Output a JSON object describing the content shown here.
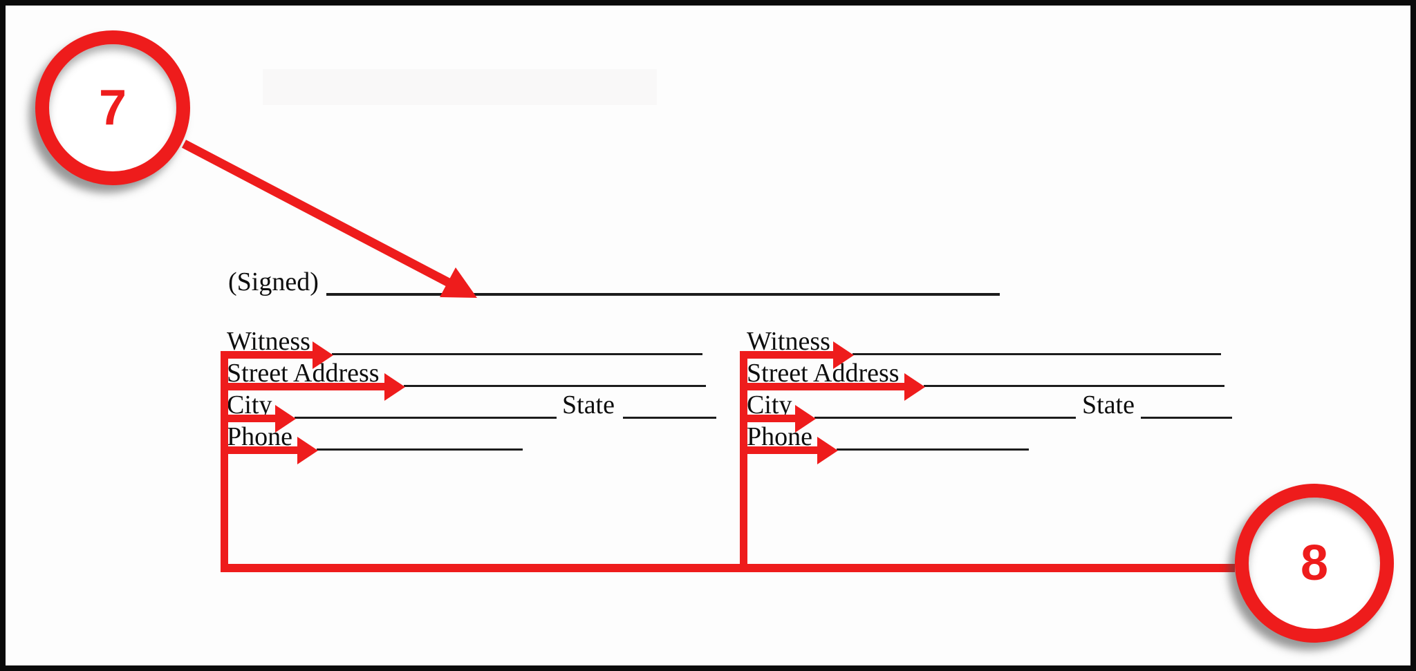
{
  "document": {
    "type": "form-annotation-figure",
    "signed_label": "(Signed)"
  },
  "callouts": [
    {
      "number": "7"
    },
    {
      "number": "8"
    }
  ],
  "witness_blocks": [
    {
      "witness_label": "Witness",
      "street_label": "Street Address",
      "city_label": "City",
      "state_label": "State",
      "phone_label": "Phone"
    },
    {
      "witness_label": "Witness",
      "street_label": "Street Address",
      "city_label": "City",
      "state_label": "State",
      "phone_label": "Phone"
    }
  ],
  "colors": {
    "accent_red": "#ee1c1c",
    "line_black": "#1c1c1c",
    "page_background": "#fdfdfd"
  }
}
